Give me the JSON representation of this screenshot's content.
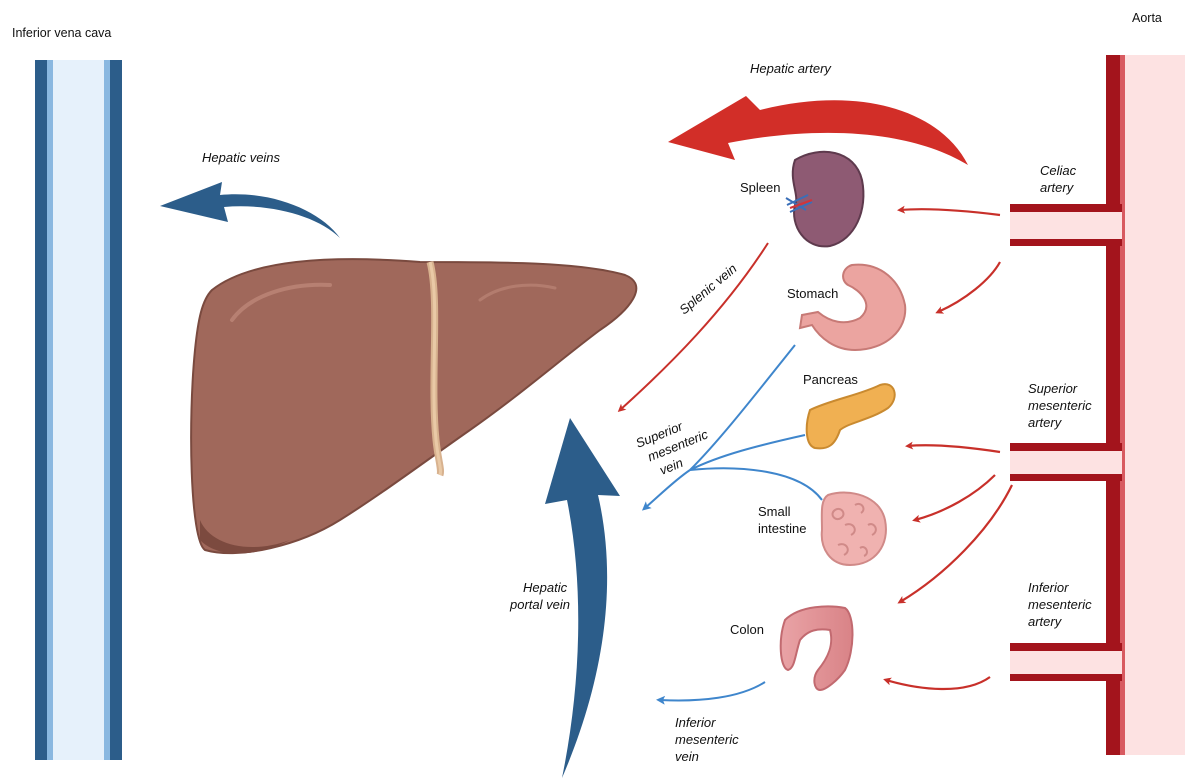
{
  "labels": {
    "ivc": "Inferior vena cava",
    "aorta": "Aorta",
    "hepatic_artery": "Hepatic artery",
    "hepatic_veins": "Hepatic veins",
    "celiac_1": "Celiac",
    "celiac_2": "artery",
    "sma_1": "Superior",
    "sma_2": "mesenteric",
    "sma_3": "artery",
    "ima_1": "Inferior",
    "ima_2": "mesenteric",
    "ima_3": "artery",
    "spleen": "Spleen",
    "stomach": "Stomach",
    "pancreas": "Pancreas",
    "small_intestine_1": "Small",
    "small_intestine_2": "intestine",
    "colon": "Colon",
    "splenic_vein": "Splenic vein",
    "smv_1": "Superior",
    "smv_2": "mesenteric",
    "smv_3": "vein",
    "portal_1": "Hepatic",
    "portal_2": "portal vein",
    "imv_1": "Inferior",
    "imv_2": "mesenteric",
    "imv_3": "vein"
  },
  "colors": {
    "vein_blue": "#2c5d8a",
    "vein_light": "#5b9bd8",
    "artery_red": "#a3141c",
    "arrow_red": "#c8302a",
    "ivc_fill": "#e6f1fb",
    "aorta_fill": "#fde2e2",
    "liver": "#a0685b"
  }
}
